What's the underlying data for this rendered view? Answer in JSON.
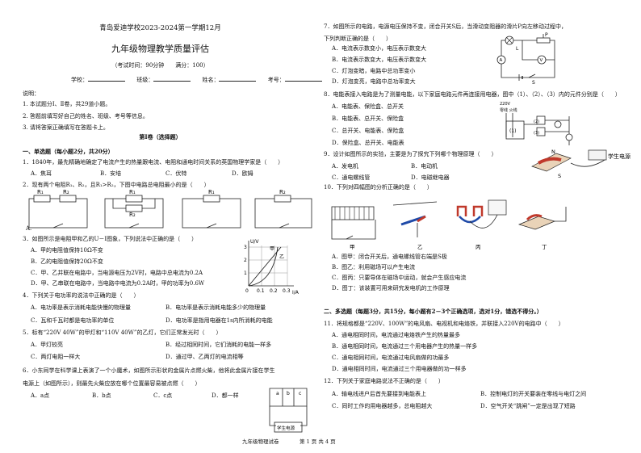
{
  "header": {
    "school": "青岛爱迪学校2023-2024第一学期12月",
    "title": "九年级物理教学质量评估",
    "time_score": "（考试时间：90分钟　　满分：100）",
    "fields": [
      "学校：",
      "班级：",
      "姓名：",
      "考号："
    ]
  },
  "notes": {
    "title": "说明：",
    "items": [
      "1. 本试题分Ⅰ、Ⅱ卷，共29道小题。",
      "2. 答题前填写好自己的姓名、班级、考号等信息。",
      "3. 请将答案正确填写在答题卡上。"
    ]
  },
  "volume1_title": "第Ⅰ卷（选择题）",
  "section1": {
    "heading": "一、单选题（每小题2分，共20分）",
    "q1": {
      "stem": "1．1840年，最先精确地确定了电流产生的热量跟电流、电阻和通电时间关系的英国物理学家是（　　）",
      "opts": [
        "A．焦耳",
        "B．安培",
        "C．伏特",
        "D．欧姆"
      ]
    },
    "q2": {
      "stem": "2．现有两个电阻R₁、R₂，且R₁>R₂，下图中电路总电阻最小的是（　　）",
      "labels": [
        "R₁",
        "R₂",
        "R₁",
        "R₂",
        "R₁",
        "R₂"
      ],
      "opt_a": "A."
    },
    "q3": {
      "stem": "3．如图所示是电阻甲和乙的U－I图象，下列说法中正确的是（　　）",
      "opts": [
        "A．甲的电阻值保持10Ω不变",
        "B．乙的电阻值保持20Ω不变",
        "C．甲、乙并联在电路中，当电源电压为2V时，电路中总电流为0.2A",
        "D．甲、乙串联在电路中，当电路中电流为0.2A时，甲的功率为0.6W"
      ]
    },
    "graph": {
      "ylabel": "U/V",
      "xlabel": "I/A",
      "yticks": [
        "3",
        "2",
        "1"
      ],
      "xticks": [
        "0",
        "0.1",
        "0.2",
        "0.3"
      ],
      "series": [
        "甲",
        "乙"
      ]
    },
    "q4": {
      "stem": "4．下列关于电功率的说法中正确的是（　　）",
      "opts": [
        "A．电功率是表示消耗电能快慢的物理量",
        "B．电功率是表示消耗电能多少的物理量",
        "C．瓦和千瓦时都是电功率的单位",
        "D．电功率是指用电器在1s内所消耗的电能"
      ]
    },
    "q5": {
      "stem": "5．标有“220V 40W”的甲灯和“110V 40W”的乙灯，它们正常发光时（　　）",
      "opts": [
        "A．甲灯较亮",
        "B．经过相同时间，它们消耗的电能一样多",
        "C．两灯电阻一样大",
        "D．通过甲、乙两灯的电流相等"
      ]
    },
    "q6": {
      "stem1": "6．小东同学在科学课上表演了一个小魔术，如图所示形状的金属片点燃火柴，他将此金属片接在学生",
      "stem2": "电源上（如图所示），则最先火柴应放在哪个位置最容易被点燃（　　）",
      "opts": [
        "A．a点",
        "B．b点",
        "C．c点",
        "D．都一样"
      ],
      "fig_labels": [
        "a",
        "b",
        "c"
      ],
      "power_label": "学生电源"
    }
  },
  "right": {
    "q7": {
      "stem1": "7．如图所示的电路，电源电压保持不变，闭合开关S后，当滑动变阻器的滑片P向左移动过程中，",
      "stem2": "下列判断正确的是（　　）",
      "opts": [
        "A．电流表示数变小，电压表示数变大",
        "B．电流表示数变大，电压表示数变大",
        "C．灯泡变暗，电路中总功率变小",
        "D．灯泡变亮，电路中总功率变大"
      ],
      "fig_labels": [
        "L",
        "P",
        "A",
        "V",
        "S"
      ]
    },
    "q8": {
      "stem": "8．电能表接入电路是为了测量电能，以下家庭电路元件再连接用电器，图中（1）、（2）、（3）内的元件分别是（　　）",
      "opts": [
        "A．电能表、保险盒、总开关",
        "B．电能表、总开关、保险盒",
        "C．总开关、电能表、保险盒",
        "D．保险盒、总开关、电能表"
      ],
      "fig_labels": [
        "220V",
        "零线 火线",
        "(1)",
        "(2)",
        "(3)"
      ]
    },
    "q9": {
      "stem": "9．设计如图所示的实验，主要是为了探究下列哪个物理原理（　　）",
      "opts": [
        "A．发电机",
        "B．电动机",
        "C．通电螺线管",
        "D．电磁继电器"
      ],
      "fig_labels": [
        "N",
        "S",
        "学生电源"
      ]
    },
    "q10": {
      "stem": "10．下列对四幅图的分析正确的是（　　）",
      "cap": [
        "甲",
        "乙",
        "丙",
        "丁"
      ],
      "opts": [
        "A．图甲：闭合开关后，通电螺线管右端是S极",
        "B．图乙：利用磁场可以产生电流",
        "C．图丙：只要导体在磁场中运动，就会产生感应电流",
        "D．图丁：该装置可用来研究发电机的工作原理"
      ]
    },
    "section2": {
      "heading": "二、多选题（每题3分，共15分，每小题有2－3个正确选项，选对1分，错选不得分。）",
      "q11": {
        "stem": "11．将规格都是“220V、100W”的电风扇、电视机和电烙铁，并联接入220V的电路中（　　）",
        "opts": [
          "A．通电相同时间，电流通过电烙铁产生的热量最多",
          "B．通电相同时间，电流通过三个用电器产生的热量一样多",
          "C．通电相同时间，电流通过电风扇做的功最多",
          "D．通电相同时间，电流通过三个用电器做的功一样多"
        ]
      },
      "q12": {
        "stem": "12．下列关于家庭电路说法不正确的是（　　）",
        "opts": [
          "A．输电线进户后首先要接到电能表上",
          "B．控制电灯的开关要装在零线与电灯之间",
          "C．同时工作的用电器越多，总电阻越大",
          "D．空气开关“跳闸”一定是出现了短路"
        ]
      }
    }
  },
  "footer": {
    "left": "九年级物理试卷",
    "right": "第 1 页 共 4 页"
  }
}
